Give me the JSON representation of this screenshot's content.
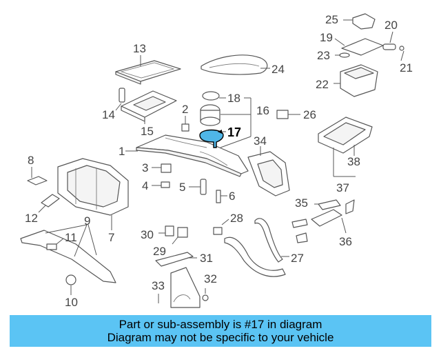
{
  "diagram": {
    "highlight_color": "#4fb6e8",
    "labels": {
      "p1": "1",
      "p2": "2",
      "p3": "3",
      "p4": "4",
      "p5": "5",
      "p6": "6",
      "p7": "7",
      "p8": "8",
      "p9": "9",
      "p10": "10",
      "p11": "11",
      "p12": "12",
      "p13": "13",
      "p14": "14",
      "p15": "15",
      "p16": "16",
      "p17": "17",
      "p18": "18",
      "p19": "19",
      "p20": "20",
      "p21": "21",
      "p22": "22",
      "p23": "23",
      "p24": "24",
      "p25": "25",
      "p26": "26",
      "p27": "27",
      "p28": "28",
      "p29": "29",
      "p30": "30",
      "p31": "31",
      "p32": "32",
      "p33": "33",
      "p34": "34",
      "p35": "35",
      "p36": "36",
      "p37": "37",
      "p38": "38"
    }
  },
  "banner": {
    "line1": "Part or sub-assembly is #17 in diagram",
    "line2": "Diagram may not be specific to your vehicle",
    "color": "#5bc4f4"
  }
}
